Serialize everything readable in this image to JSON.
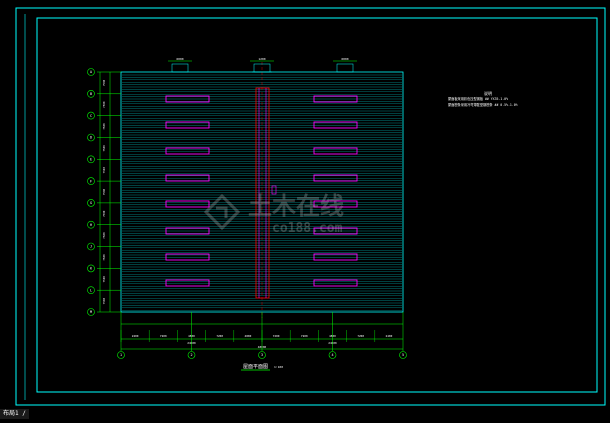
{
  "drawing": {
    "sheet_title": "屋面平面图",
    "sheet_scale": "1:100",
    "tab_label": "布局1 /",
    "notes_title": "说明",
    "notes_lines": [
      "屋面板采用彩色压型钢板  ##  YX35-1.0%",
      "屋面檩条采用冷弯薄壁型钢檩条  ##  0.5%-1.0%"
    ],
    "watermark_main": "土木在线",
    "watermark_sub": "co188.com",
    "top_dims": [
      "6000",
      "1200",
      "6000"
    ],
    "bottom_dims_upper": [
      "2400",
      "7200",
      "4800",
      "7200",
      "4800",
      "7200",
      "7200",
      "4800",
      "7200",
      "2400"
    ],
    "bottom_dims_lower": [
      "24000",
      "24000"
    ],
    "bottom_total": "48000",
    "col_axes": [
      "1",
      "2",
      "3",
      "4",
      "5"
    ],
    "row_axes": [
      "A",
      "B",
      "C",
      "D",
      "E",
      "F",
      "G",
      "H",
      "J",
      "K",
      "L",
      "M"
    ],
    "row_dims": [
      "7500",
      "7500",
      "7500",
      "7500",
      "7500",
      "7500",
      "7500",
      "7500",
      "7500",
      "7500",
      "7500"
    ],
    "colors": {
      "frame": "#00ffff",
      "roof_lines": "#00ffff",
      "purlin_box": "#ff00ff",
      "ridge": "#ff0000",
      "dims": "#00ff00",
      "text": "#ffffff"
    }
  }
}
